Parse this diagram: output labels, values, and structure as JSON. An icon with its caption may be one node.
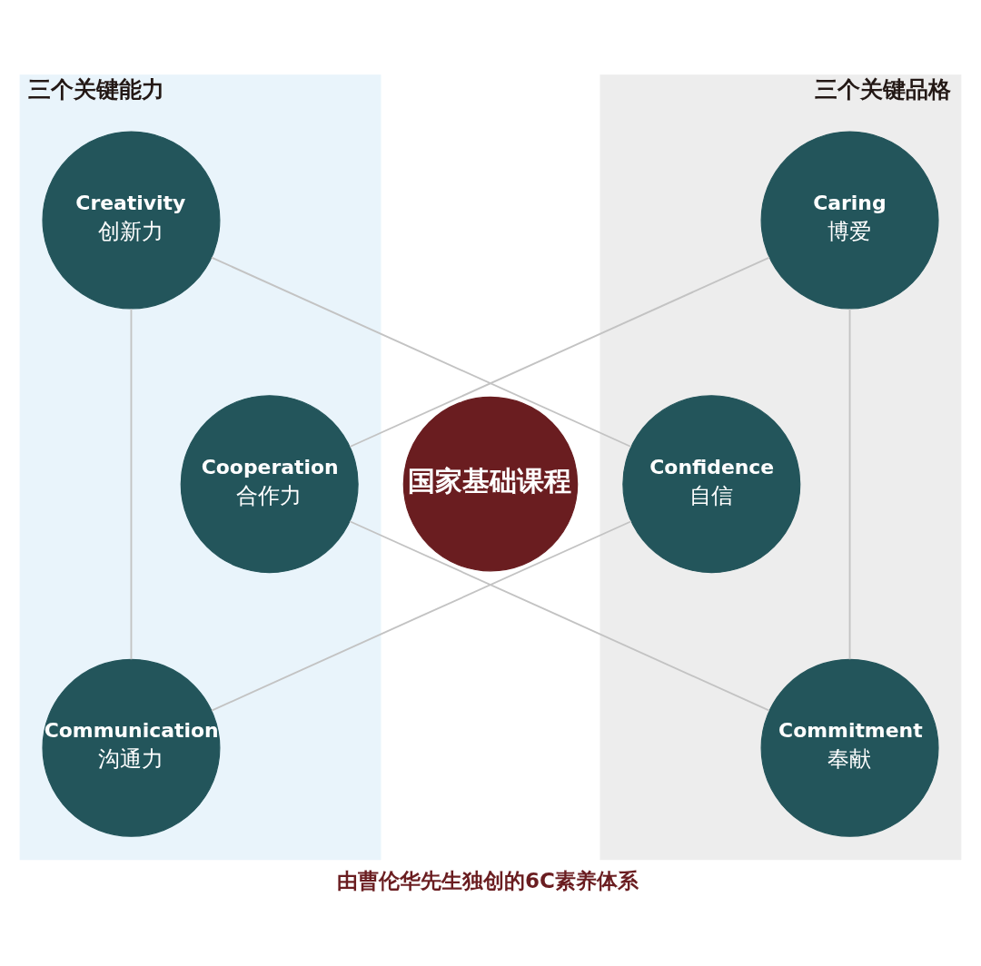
{
  "diagram": {
    "caption": "由曹伦华先生独创的6C素养体系",
    "nodes": [
      {
        "text": [
          "三个关键能力"
        ]
      },
      {
        "text": [
          "三个关键品格"
        ]
      },
      {
        "text": [
          "Creativity",
          "创新力"
        ],
        "in": 0
      },
      {
        "text": [
          "Caring",
          "博爱"
        ],
        "in": 1
      },
      {
        "text": [
          "Cooperation",
          "合作力"
        ],
        "in": 0
      },
      {
        "text": [
          "国家基础课程"
        ]
      },
      {
        "text": [
          "Confidence",
          "自信"
        ],
        "in": 1
      },
      {
        "text": [
          "Communication",
          "沟通力"
        ],
        "in": 0
      },
      {
        "text": [
          "Commitment",
          "奉献"
        ],
        "in": 1
      }
    ],
    "edges": [
      {
        "from": 2,
        "to": 7,
        "arrow": "none"
      },
      {
        "from": 2,
        "to": 6,
        "arrow": "none"
      },
      {
        "from": 3,
        "to": 4,
        "arrow": "none"
      },
      {
        "from": 3,
        "to": 8,
        "arrow": "none"
      },
      {
        "from": 4,
        "to": 8,
        "arrow": "none"
      },
      {
        "from": 6,
        "to": 7,
        "arrow": "none"
      }
    ]
  }
}
